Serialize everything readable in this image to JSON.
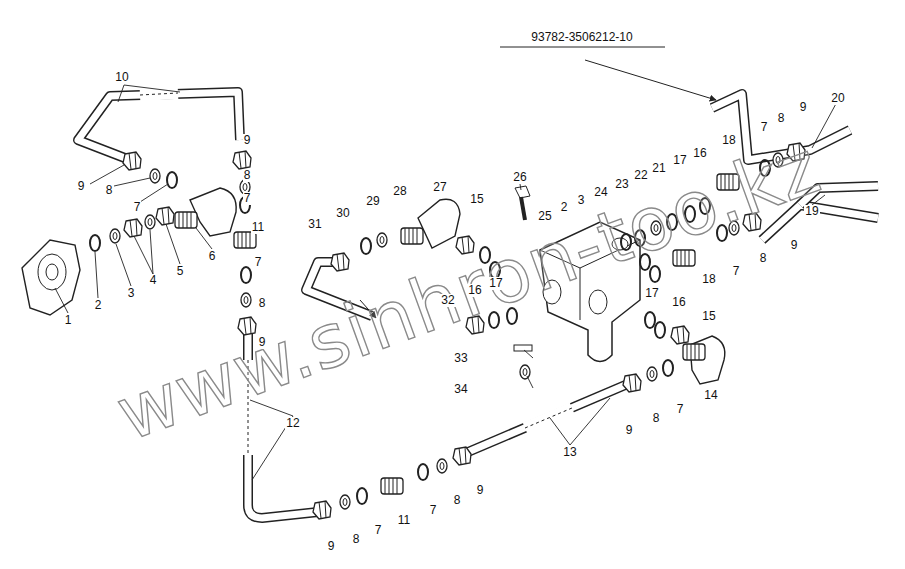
{
  "diagram": {
    "title": "93782-3506212-10",
    "labels": [
      "10",
      "9",
      "8",
      "7",
      "1",
      "2",
      "3",
      "4",
      "5",
      "6",
      "9",
      "8",
      "7",
      "11",
      "7",
      "8",
      "9",
      "12",
      "9",
      "8",
      "7",
      "11",
      "7",
      "8",
      "9",
      "13",
      "9",
      "8",
      "7",
      "14",
      "15",
      "16",
      "17",
      "18",
      "7",
      "8",
      "9",
      "19",
      "20",
      "9",
      "8",
      "7",
      "18",
      "16",
      "17",
      "21",
      "22",
      "23",
      "24",
      "3",
      "2",
      "25",
      "26",
      "27",
      "28",
      "29",
      "30",
      "31",
      "15",
      "17",
      "16",
      "32",
      "33",
      "34",
      "www.sinhron-too.kz"
    ]
  }
}
